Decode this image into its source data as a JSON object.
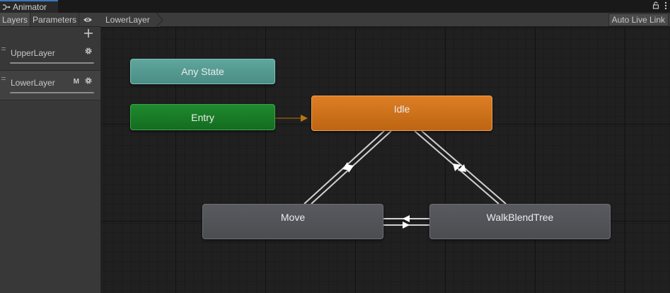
{
  "window": {
    "title": "Animator"
  },
  "toolbar": {
    "layers_tab": "Layers",
    "parameters_tab": "Parameters"
  },
  "layers": [
    {
      "name": "UpperLayer",
      "badge": ""
    },
    {
      "name": "LowerLayer",
      "badge": "M"
    }
  ],
  "breadcrumb": {
    "current": "LowerLayer"
  },
  "live_link_label": "Auto Live Link",
  "states": {
    "any_state": "Any State",
    "entry": "Entry",
    "idle": "Idle",
    "move": "Move",
    "walk_blend_tree": "WalkBlendTree"
  },
  "colors": {
    "any_state": "#5fa69c",
    "entry": "#1f8a2e",
    "default_state": "#dd7e25",
    "state": "#55575b",
    "accent": "#3a79bb"
  },
  "icons": {
    "title": "animator-icon",
    "lock": "lock-icon",
    "menu": "kebab-menu-icon",
    "eye": "eye-icon",
    "add": "plus-icon",
    "gear": "gear-icon"
  }
}
